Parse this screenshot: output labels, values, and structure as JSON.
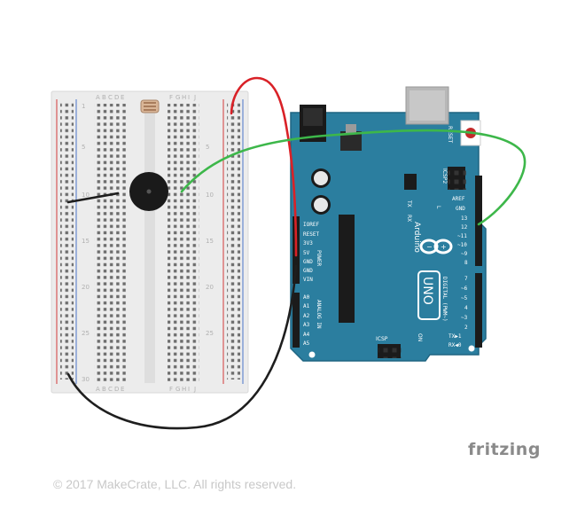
{
  "breadboard": {
    "row_numbers": [
      "1",
      "5",
      "10",
      "15",
      "20",
      "25",
      "30"
    ],
    "column_letters_left": [
      "A",
      "B",
      "C",
      "D",
      "E"
    ],
    "column_letters_right": [
      "F",
      "G",
      "H",
      "I",
      "J"
    ]
  },
  "arduino": {
    "model_label": "UNO",
    "brand_label": "Arduino",
    "reset_label": "RESET",
    "icsp2_label": "ICSP2",
    "icsp_label": "ICSP",
    "on_label": "ON",
    "tx_label": "TX",
    "rx_label": "RX",
    "l_label": "L",
    "digital_label": "DIGITAL (PWM~)",
    "power_label": "POWER",
    "analog_label": "ANALOG IN",
    "power_pins": [
      "IOREF",
      "RESET",
      "3V3",
      "5V",
      "GND",
      "GND",
      "VIN"
    ],
    "analog_pins": [
      "A0",
      "A1",
      "A2",
      "A3",
      "A4",
      "A5"
    ],
    "digital_top_pins": [
      "AREF",
      "GND",
      "13",
      "12",
      "~11",
      "~10",
      "~9",
      "8"
    ],
    "digital_bottom_pins": [
      "7",
      "~6",
      "~5",
      "4",
      "~3",
      "2",
      "TX▶1",
      "RX◀0"
    ]
  },
  "colors": {
    "board": "#2b7e9f",
    "wire_red": "#d92127",
    "wire_green": "#3db74a",
    "wire_black": "#1e1e1e",
    "breadboard": "#ececec"
  },
  "footer": {
    "logo": "fritzing",
    "copyright": "© 2017 MakeCrate, LLC.  All rights reserved."
  }
}
